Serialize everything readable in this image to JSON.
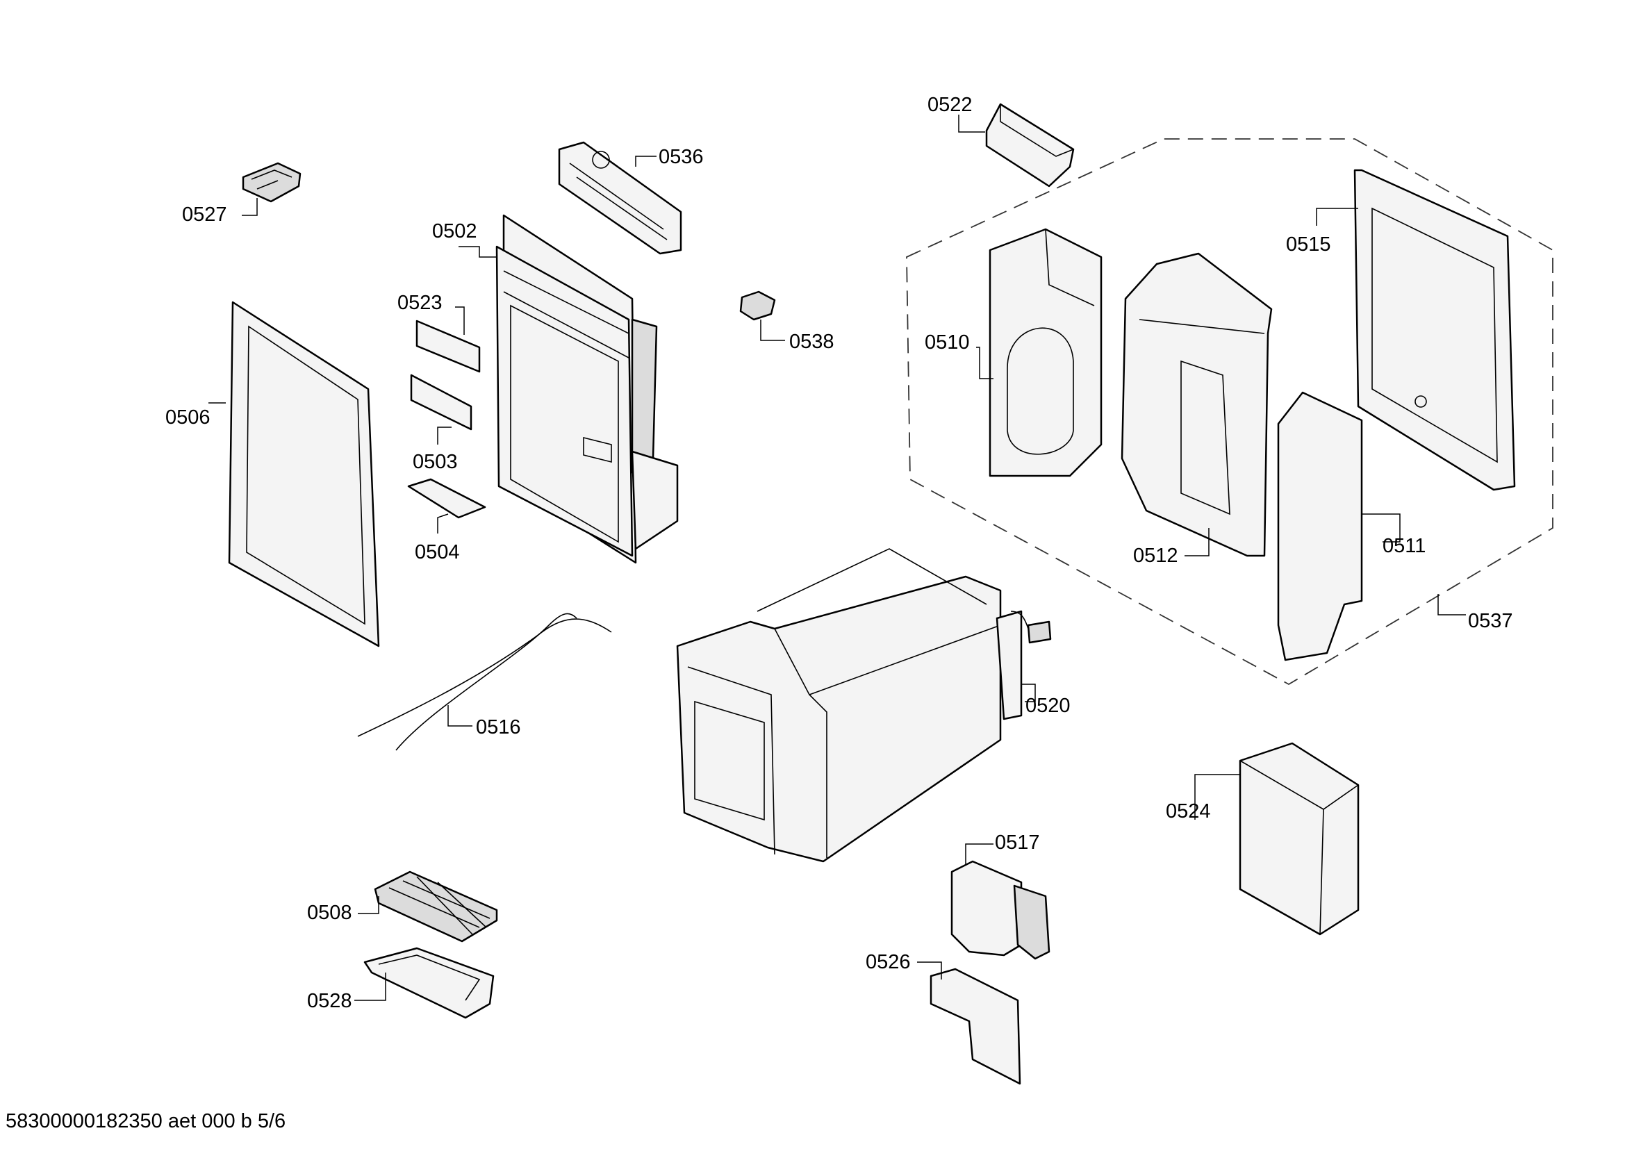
{
  "labels": {
    "p0502": "0502",
    "p0503": "0503",
    "p0504": "0504",
    "p0506": "0506",
    "p0508": "0508",
    "p0510": "0510",
    "p0511": "0511",
    "p0512": "0512",
    "p0515": "0515",
    "p0516": "0516",
    "p0517": "0517",
    "p0520": "0520",
    "p0522": "0522",
    "p0523": "0523",
    "p0524": "0524",
    "p0526": "0526",
    "p0527": "0527",
    "p0528": "0528",
    "p0536": "0536",
    "p0537": "0537",
    "p0538": "0538"
  },
  "footer": "58300000182350 aet 000 b 5/6"
}
